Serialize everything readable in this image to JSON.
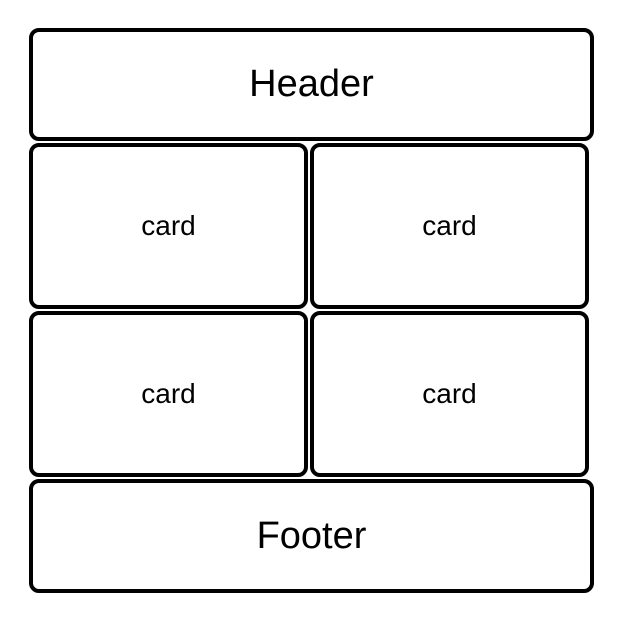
{
  "header": {
    "label": "Header"
  },
  "cards": [
    {
      "label": "card"
    },
    {
      "label": "card"
    },
    {
      "label": "card"
    },
    {
      "label": "card"
    }
  ],
  "footer": {
    "label": "Footer"
  },
  "colors": {
    "stroke": "#000000",
    "fill": "#ffffff"
  }
}
